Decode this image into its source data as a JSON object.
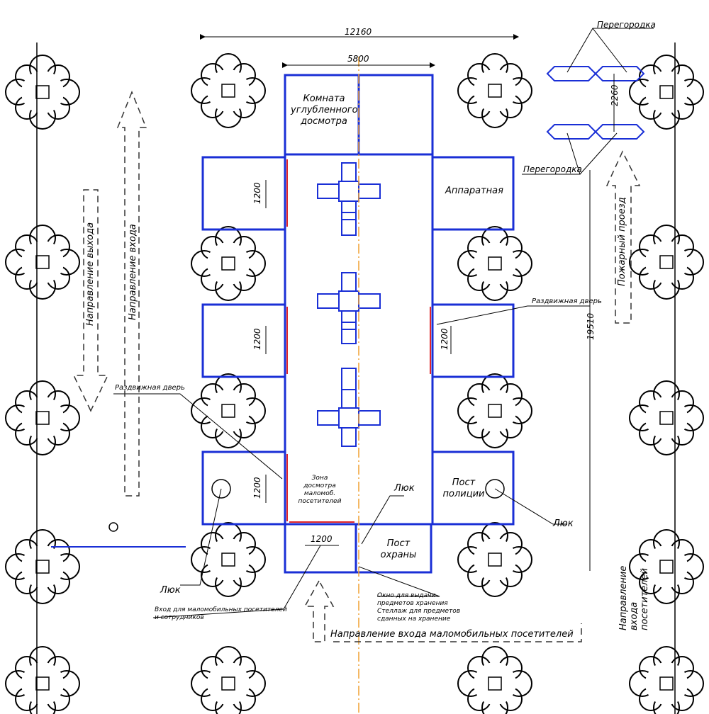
{
  "dimensions": {
    "overall_width": "12160",
    "corridor_width": "5800",
    "partition_gap": "2260",
    "right_height": "19510",
    "room1": "1200",
    "room2": "1200",
    "room3": "1200",
    "right_room": "1200",
    "bottom": "1200"
  },
  "labels": {
    "partition_top": "Перегородка",
    "partition_mid": "Перегородка",
    "deep_search_1": "Комната",
    "deep_search_2": "углубленного",
    "deep_search_3": "досмотра",
    "equipment_room": "Аппаратная",
    "sliding_door_right": "Раздвижная дверь",
    "sliding_door_left": "Раздвижная дверь",
    "police_1": "Пост",
    "police_2": "полиции",
    "hatch_right": "Люк",
    "hatch_mid": "Люк",
    "hatch_left": "Люк",
    "security_1": "Пост",
    "security_2": "охраны",
    "zone_1": "Зона",
    "zone_2": "досмотра",
    "zone_3": "маломоб.",
    "zone_4": "посетителей",
    "entry_1": "Вход для маломобильных посетителей",
    "entry_2": "и сотрудников",
    "window_1": "Окно для выдачи",
    "window_2": "предметов хранения",
    "window_3": "Стеллаж для предметов",
    "window_4": "сданных на хранение",
    "dir_lowmob": "Направление входа маломобильных посетителей",
    "dir_exit": "Направление выхода",
    "dir_entry": "Направление входа",
    "fire_lane": "Пожарный проезд",
    "dir_entry_lowmob_vert": "Направление входа посетителей"
  },
  "colors": {
    "walls": "#1a2fd6",
    "doors": "#e0262a",
    "axis": "#f0a030",
    "lines": "#000000"
  }
}
